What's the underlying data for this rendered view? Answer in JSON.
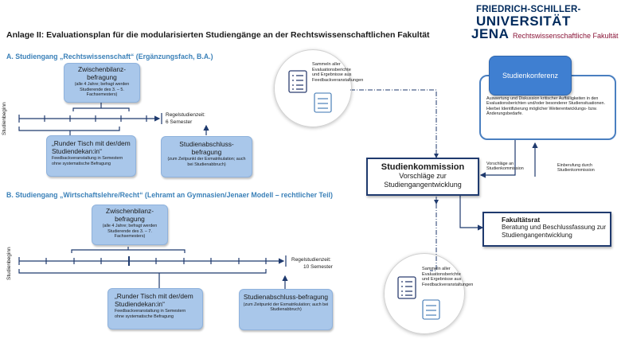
{
  "header": {
    "title": "Anlage II: Evaluationsplan für die modularisierten Studiengänge an der Rechtswissenschaftlichen Fakultät",
    "logo_line1": "FRIEDRICH-SCHILLER-",
    "logo_line2": "UNIVERSITÄT",
    "logo_line3": "JENA",
    "logo_faculty": "Rechtswissenschaftliche Fakultät"
  },
  "section_a": {
    "heading": "A. Studiengang „Rechtswissenschaft“ (Ergänzungsfach, B.A.)",
    "axis_label": "Studienbeginn",
    "regel_label": "Regelstudienzeit:",
    "regel_value": "6 Semester",
    "zwischen_title": "Zwischenbilanz-befragung",
    "zwischen_sub": "(alle 4 Jahre; befragt werden Studierende des 3. – 5. Fachsemesters)",
    "runder_title": "„Runder Tisch mit der/dem Studiendekan:in“",
    "runder_sub": "Feedbackveranstaltung in Semestern ohne systematische Befragung",
    "abschluss_title": "Studienabschluss-befragung",
    "abschluss_sub": "(zum Zeitpunkt der Exmatrikulation; auch bei Studienabbruch)",
    "circle_text": "Sammeln aller Evaluationsberichte und Ergebnisse aus Feedbackveranstaltungen"
  },
  "section_b": {
    "heading": "B. Studiengang „Wirtschaftslehre/Recht“ (Lehramt an Gymnasien/Jenaer Modell – rechtlicher Teil)",
    "axis_label": "Studienbeginn",
    "regel_label": "Regelstudienzeit:",
    "regel_value": "10 Semester",
    "zwischen_title": "Zwischenbilanz-befragung",
    "zwischen_sub": "(alle 4 Jahre; befragt werden Studierende des 3. – 7. Fachsemesters)",
    "runder_title": "„Runder Tisch mit der/dem Studiendekan:in“",
    "runder_sub": "Feedbackveranstaltung in Semestern ohne systematische Befragung",
    "abschluss_title": "Studienabschluss-befragung",
    "abschluss_sub": "(zum Zeitpunkt der Exmatrikulation; auch bei Studienabbruch)",
    "circle_text": "Sammeln aller Evaluationsberichte und Ergebnisse aus Feedbackveranstaltungen"
  },
  "right": {
    "konferenz_title": "Studienkonferenz",
    "konferenz_text": "Auswertung und Diskussion kritischer Auffälligkeiten in den Evaluationsberichten und/oder besonderer Studiensituationen. Hierbei Identifizierung möglicher Weiterentwicklungs- bzw. Änderungsbedarfe.",
    "kommission_title": "Studienkommission",
    "kommission_text": "Vorschläge zur Studiengangentwicklung",
    "vorschlaege_label": "Vorschläge an Studienkommission",
    "einberufung_label": "Einberufung durch Studienkommission",
    "fakultaetsrat_title": "Fakultätsrat",
    "fakultaetsrat_text": "Beratung und Beschlussfassung zur Studiengangentwicklung"
  },
  "colors": {
    "box_fill": "#a9c7ea",
    "navy": "#1f3a6e",
    "konferenz_fill": "#3f7fd1",
    "section_heading": "#3a80b8",
    "brand_faculty": "#8a1538"
  }
}
